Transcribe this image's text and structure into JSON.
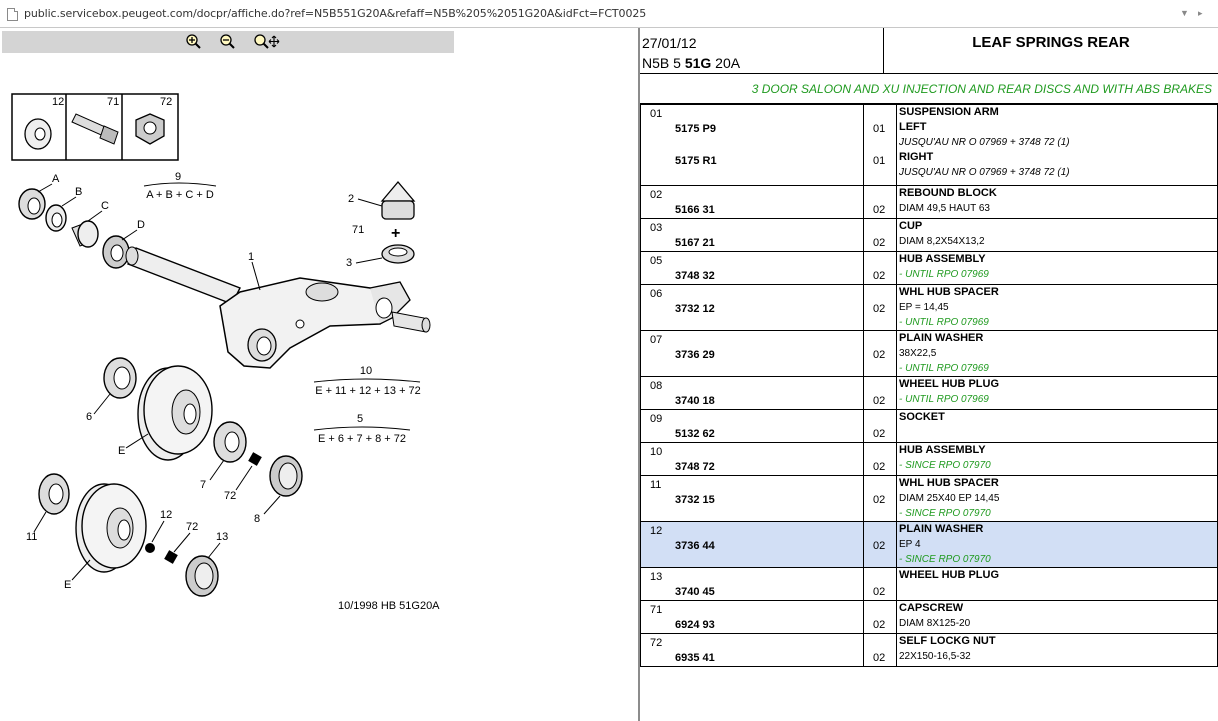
{
  "url": "public.servicebox.peugeot.com/docpr/affiche.do?ref=N5B551G20A&refaff=N5B%205%2051G20A&idFct=FCT0025",
  "header": {
    "date": "27/01/12",
    "code_prefix": "N5B 5 ",
    "code_bold": "51G",
    "code_suffix": " 20A",
    "title": "LEAF SPRINGS REAR"
  },
  "variant": "3 DOOR SALOON AND XU INJECTION AND REAR DISCS AND WITH ABS BRAKES",
  "diagram": {
    "date_line": "10/1998   HB 51G20A",
    "labels": {
      "box12": "12",
      "box71": "71",
      "box72": "72",
      "n9": "9",
      "formula9": "A + B + C + D",
      "A": "A",
      "B": "B",
      "C": "C",
      "D": "D",
      "n1": "1",
      "n2": "2",
      "n71": "71",
      "n3": "3",
      "n10": "10",
      "formula10": "E + 11 + 12 + 13 + 72",
      "n5": "5",
      "formula5": "E + 6 + 7 + 8 + 72",
      "n6": "6",
      "E1": "E",
      "n7": "7",
      "n72a": "72",
      "n8": "8",
      "n11": "11",
      "n12": "12",
      "n72b": "72",
      "n13": "13",
      "E2": "E"
    }
  },
  "parts": [
    {
      "ref": "01",
      "selected": false,
      "rows": [
        {
          "pn": "5175 P9",
          "qty": "01",
          "label": "LEFT",
          "note": "JUSQU'AU NR O 07969 + 3748 72 (1)"
        },
        {
          "pn": "5175 R1",
          "qty": "01",
          "label": "RIGHT",
          "note": "JUSQU'AU NR O 07969 + 3748 72 (1)"
        }
      ],
      "title": "SUSPENSION ARM"
    },
    {
      "ref": "02",
      "pn": "5166 31",
      "qty": "02",
      "label": "REBOUND BLOCK",
      "lines": [
        {
          "t": "DIAM 49,5 HAUT 63",
          "g": false
        }
      ]
    },
    {
      "ref": "03",
      "pn": "5167 21",
      "qty": "02",
      "label": "CUP",
      "lines": [
        {
          "t": "DIAM 8,2X54X13,2",
          "g": false
        }
      ]
    },
    {
      "ref": "05",
      "pn": "3748 32",
      "qty": "02",
      "label": "HUB ASSEMBLY",
      "lines": [
        {
          "t": "- UNTIL RPO 07969",
          "g": true
        }
      ]
    },
    {
      "ref": "06",
      "pn": "3732 12",
      "qty": "02",
      "label": "WHL HUB SPACER",
      "lines": [
        {
          "t": "EP = 14,45",
          "g": false
        },
        {
          "t": "- UNTIL RPO 07969",
          "g": true
        }
      ]
    },
    {
      "ref": "07",
      "pn": "3736 29",
      "qty": "02",
      "label": "PLAIN WASHER",
      "lines": [
        {
          "t": "38X22,5",
          "g": false
        },
        {
          "t": "- UNTIL RPO 07969",
          "g": true
        }
      ]
    },
    {
      "ref": "08",
      "pn": "3740 18",
      "qty": "02",
      "label": "WHEEL HUB PLUG",
      "lines": [
        {
          "t": "- UNTIL RPO 07969",
          "g": true
        }
      ]
    },
    {
      "ref": "09",
      "pn": "5132 62",
      "qty": "02",
      "label": "SOCKET",
      "lines": []
    },
    {
      "ref": "10",
      "pn": "3748 72",
      "qty": "02",
      "label": "HUB ASSEMBLY",
      "lines": [
        {
          "t": "- SINCE RPO 07970",
          "g": true
        }
      ]
    },
    {
      "ref": "11",
      "pn": "3732 15",
      "qty": "02",
      "label": "WHL HUB SPACER",
      "lines": [
        {
          "t": "DIAM 25X40 EP 14,45",
          "g": false
        },
        {
          "t": "- SINCE RPO 07970",
          "g": true
        }
      ]
    },
    {
      "ref": "12",
      "pn": "3736 44",
      "qty": "02",
      "label": "PLAIN WASHER",
      "selected": true,
      "lines": [
        {
          "t": "EP 4",
          "g": false
        },
        {
          "t": "- SINCE RPO 07970",
          "g": true
        }
      ]
    },
    {
      "ref": "13",
      "pn": "3740 45",
      "qty": "02",
      "label": "WHEEL HUB PLUG",
      "lines": []
    },
    {
      "ref": "71",
      "pn": "6924 93",
      "qty": "02",
      "label": "CAPSCREW",
      "lines": [
        {
          "t": "DIAM 8X125-20",
          "g": false
        }
      ]
    },
    {
      "ref": "72",
      "pn": "6935 41",
      "qty": "02",
      "label": "SELF LOCKG NUT",
      "lines": [
        {
          "t": "22X150-16,5-32",
          "g": false
        }
      ]
    }
  ],
  "colors": {
    "green": "#1f9a1f",
    "selected": "#d2dff5",
    "toolbar": "#d4d4d4"
  },
  "icons": [
    "zoom-in-icon",
    "zoom-out-icon",
    "zoom-fit-icon",
    "page-icon"
  ]
}
